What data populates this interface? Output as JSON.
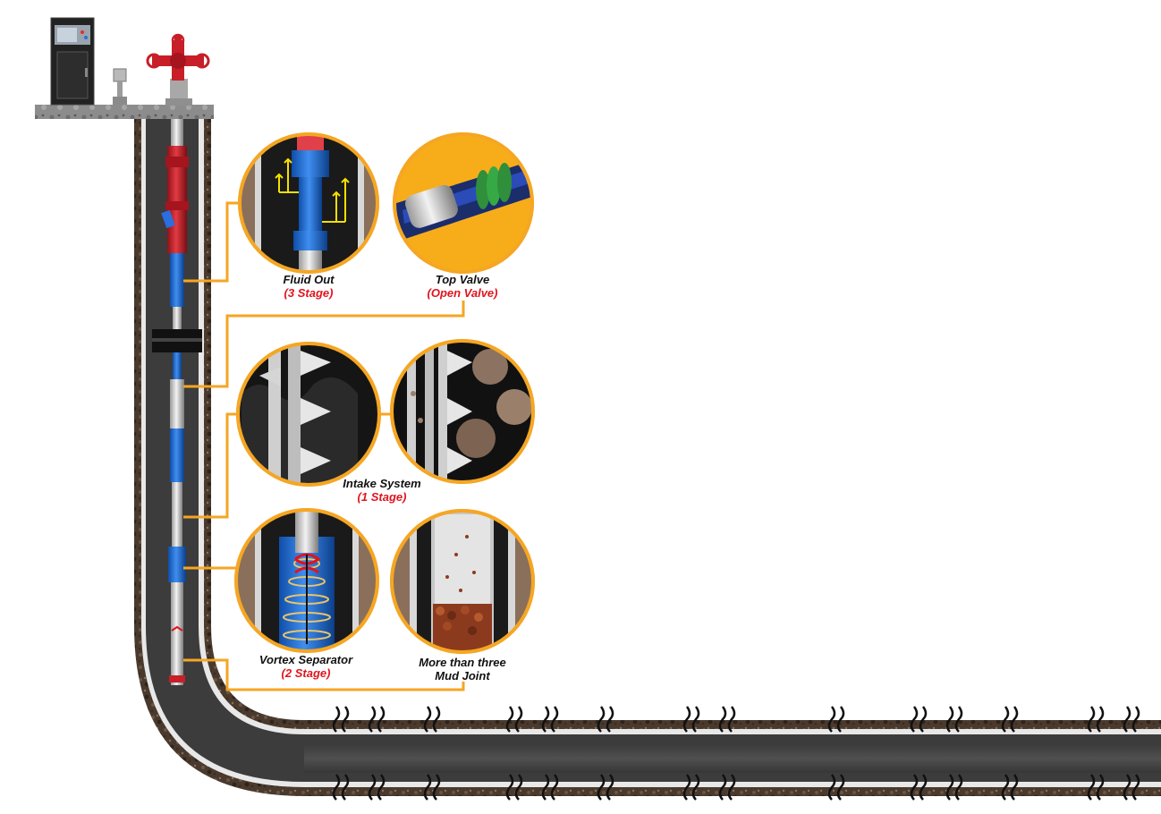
{
  "colors": {
    "accent": "#f5a623",
    "stage_red": "#e0141e",
    "tool_blue": "#1f6fd1",
    "valve_red": "#c81e28"
  },
  "callouts": [
    {
      "id": "fluid-out",
      "title": "Fluid Out",
      "stage": "(3 Stage)"
    },
    {
      "id": "top-valve",
      "title": "Top Valve",
      "stage": "(Open Valve)"
    },
    {
      "id": "intake-system",
      "title": "Intake System",
      "stage": "(1 Stage)"
    },
    {
      "id": "vortex-separator",
      "title": "Vortex Separator",
      "stage": "(2 Stage)"
    },
    {
      "id": "mud-joint",
      "title": "More than three",
      "title2": "Mud Joint"
    }
  ]
}
